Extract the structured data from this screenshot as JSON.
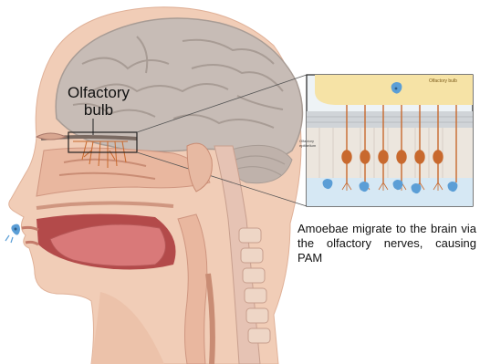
{
  "labels": {
    "olfactory_bulb_line1": "Olfactory",
    "olfactory_bulb_line2": "bulb",
    "caption": "Amoebae migrate to the brain via the olfactory nerves, causing PAM",
    "inset_bulb": "Olfactory bulb",
    "inset_cells": "Olfactory epithelium"
  },
  "colors": {
    "skin": "#f1cdb7",
    "skin_dark": "#e3ab90",
    "brain": "#c7bcb6",
    "brain_fold": "#a89c95",
    "bulb_yellow": "#f6e3a6",
    "neuron": "#c8692e",
    "amoeba": "#5b9ed6",
    "mucus": "#d6e8f4",
    "mouth": "#b34a4a",
    "tongue": "#d97979"
  }
}
